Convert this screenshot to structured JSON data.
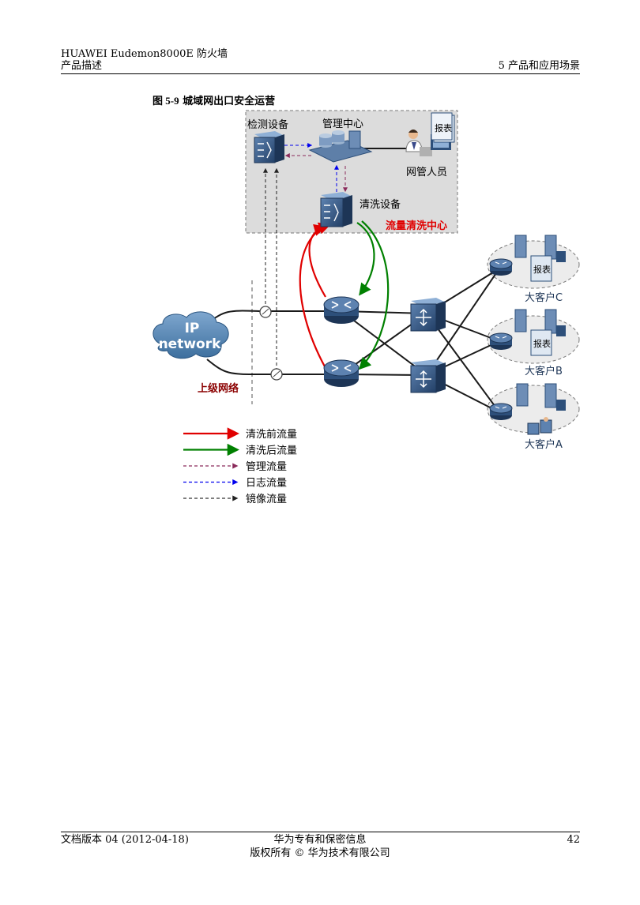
{
  "header": {
    "product_line": "HUAWEI Eudemon8000E 防火墙",
    "doc_type": "产品描述",
    "chapter": "5 产品和应用场景"
  },
  "figure": {
    "number": "图 5-9",
    "title": "城域网出口安全运营",
    "labels": {
      "detect_device": "检测设备",
      "mgmt_center": "管理中心",
      "net_admin": "网管人员",
      "report": "报表",
      "clean_device": "清洗设备",
      "clean_center": "流量清洗中心",
      "cloud_ip": "IP",
      "cloud_network": "network",
      "upstream": "上级网络",
      "customer_c": "大客户C",
      "customer_b": "大客户B",
      "customer_a": "大客户A"
    },
    "legend": [
      {
        "label": "清洗前流量",
        "color": "#e00000",
        "style": "solid"
      },
      {
        "label": "清洗后流量",
        "color": "#008000",
        "style": "solid"
      },
      {
        "label": "管理流量",
        "color": "#8a2a5a",
        "style": "dashed"
      },
      {
        "label": "日志流量",
        "color": "#0000ee",
        "style": "dashed"
      },
      {
        "label": "镜像流量",
        "color": "#333333",
        "style": "dashed"
      }
    ]
  },
  "footer": {
    "doc_version": "文档版本 04 (2012-04-18)",
    "confidential": "华为专有和保密信息",
    "copyright": "版权所有 © 华为技术有限公司",
    "page": "42"
  },
  "colors": {
    "red_flow": "#e00000",
    "green_flow": "#008000",
    "mgmt_flow": "#8a2a5a",
    "log_flow": "#0000ee",
    "mirror_flow": "#333333",
    "device_blue": "#2d4f7a",
    "center_bg": "#dcdcdc"
  }
}
